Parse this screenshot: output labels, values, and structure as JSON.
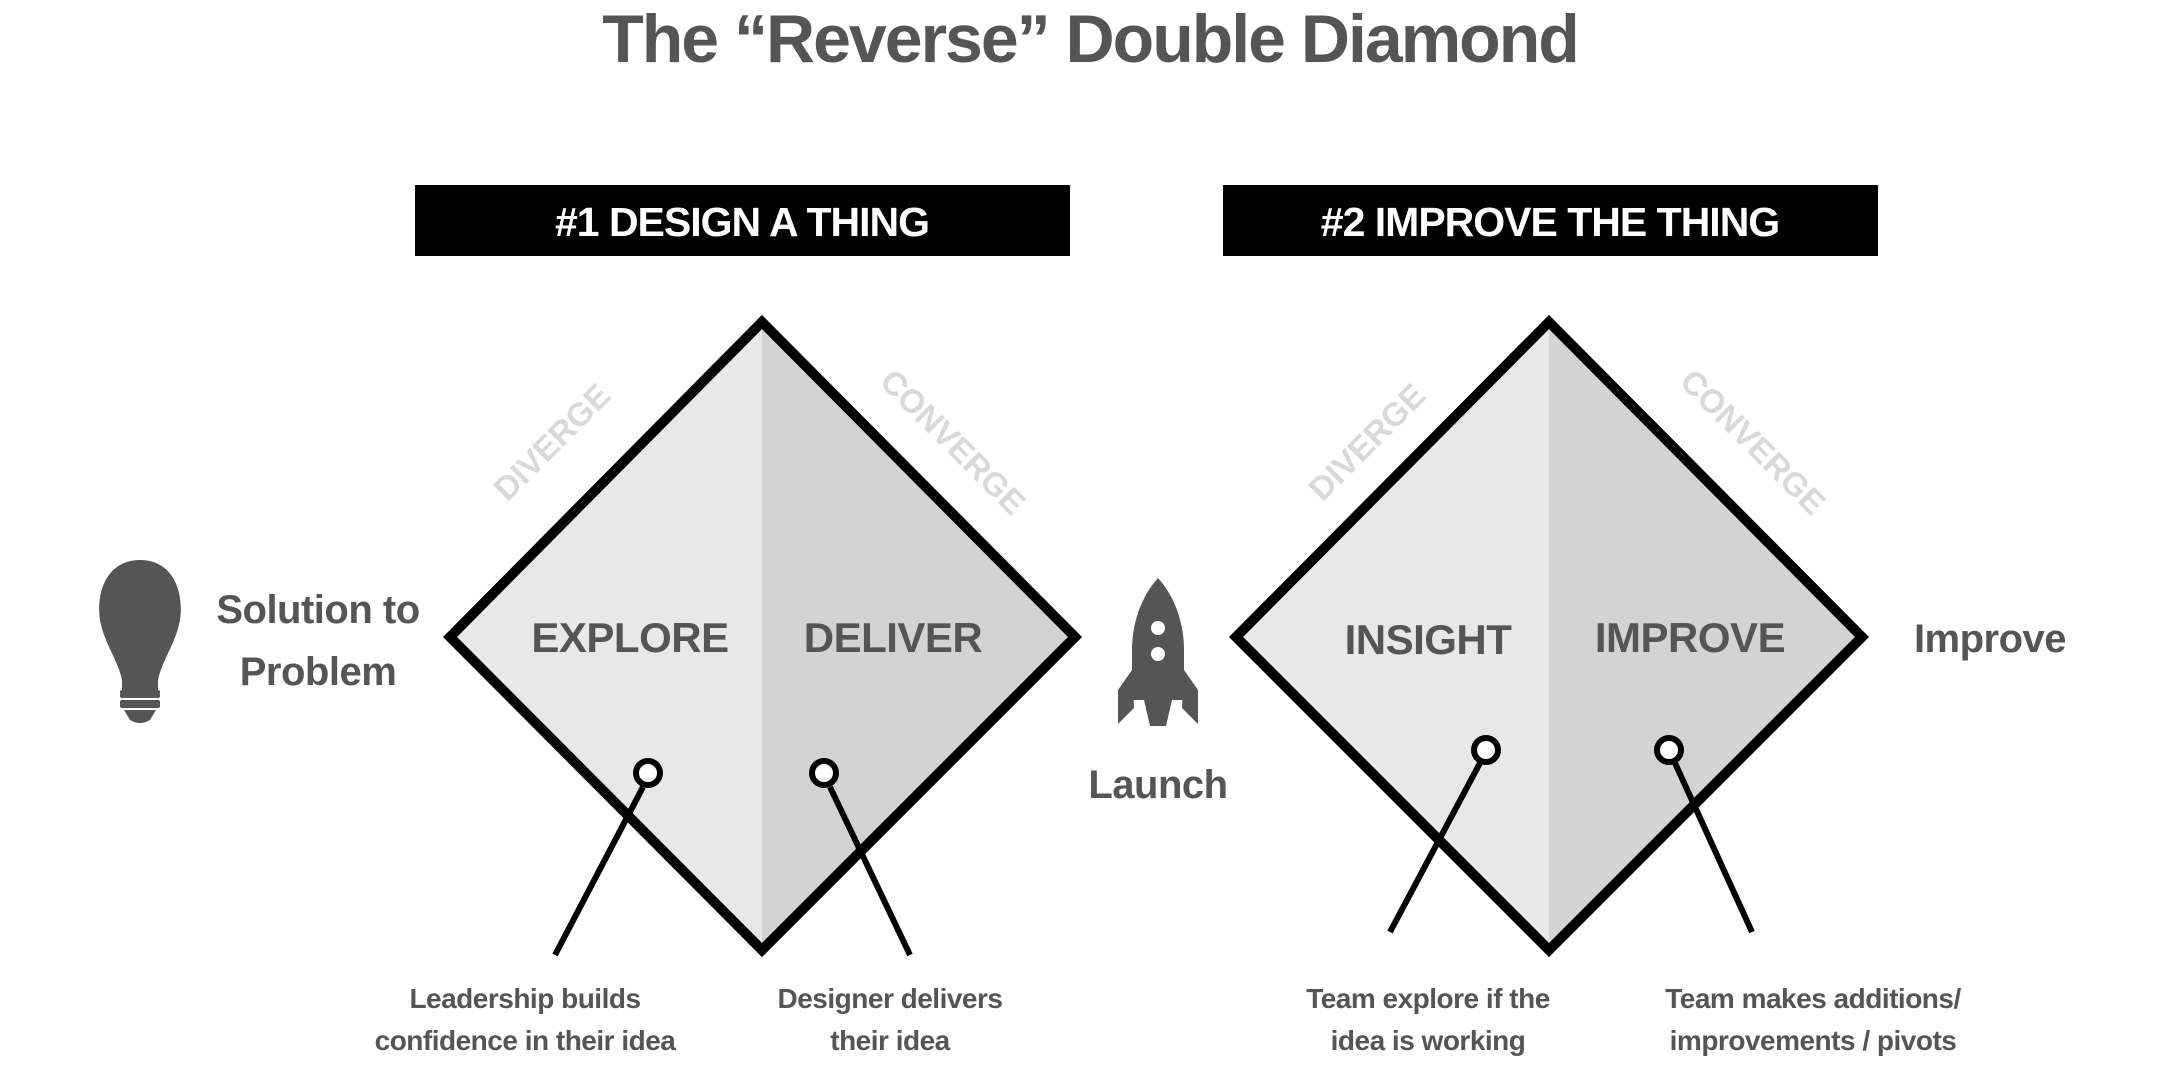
{
  "title": "The “Reverse” Double Diamond",
  "diamond1": {
    "banner": "#1 DESIGN A THING",
    "diverge": "DIVERGE",
    "converge": "CONVERGE",
    "left_phase": "EXPLORE",
    "right_phase": "DELIVER",
    "note_left": [
      "Leadership builds",
      "confidence in their idea"
    ],
    "note_right": [
      "Designer delivers",
      "their idea"
    ]
  },
  "diamond2": {
    "banner": "#2 IMPROVE THE THING",
    "diverge": "DIVERGE",
    "converge": "CONVERGE",
    "left_phase": "INSIGHT",
    "right_phase": "IMPROVE",
    "note_left": [
      "Team explore if the",
      "idea is working"
    ],
    "note_right": [
      "Team makes additions/",
      "improvements / pivots"
    ]
  },
  "start_label": [
    "Solution to",
    "Problem"
  ],
  "middle_label": "Launch",
  "end_label": "Improve",
  "icons": {
    "start": "lightbulb-icon",
    "middle": "rocket-icon"
  },
  "colors": {
    "text": "#555555",
    "banner": "#000000",
    "left_half": "#e8e8e8",
    "right_half": "#d3d3d3",
    "faded_label": "#d9d9d9"
  }
}
